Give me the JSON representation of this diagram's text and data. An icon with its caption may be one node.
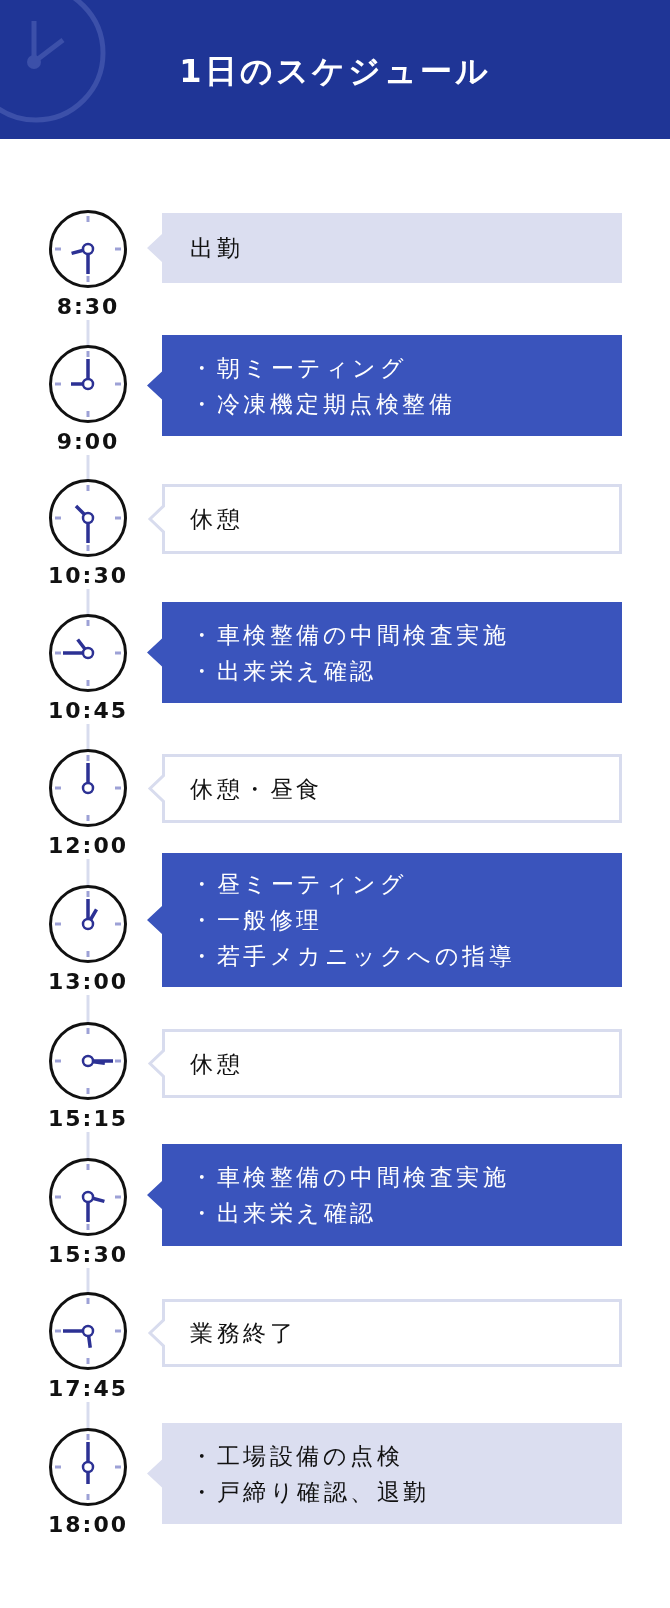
{
  "diagram": {
    "title": "1日のスケジュール",
    "nodes": [
      {
        "text": [],
        "shape": "picture",
        "beside": [
          "8:30"
        ]
      },
      {
        "text": [
          "出勤"
        ]
      },
      {
        "text": [],
        "shape": "picture",
        "beside": [
          "9:00"
        ]
      },
      {
        "text": [
          "・朝ミーティング",
          "・冷凍機定期点検整備"
        ]
      },
      {
        "text": [],
        "shape": "picture",
        "beside": [
          "10:30"
        ]
      },
      {
        "text": [
          "休憩"
        ]
      },
      {
        "text": [],
        "shape": "picture",
        "beside": [
          "10:45"
        ]
      },
      {
        "text": [
          "・車検整備の中間検査実施",
          "・出来栄え確認"
        ]
      },
      {
        "text": [],
        "shape": "picture",
        "beside": [
          "12:00"
        ]
      },
      {
        "text": [
          "休憩・昼食"
        ]
      },
      {
        "text": [],
        "shape": "picture",
        "beside": [
          "13:00"
        ]
      },
      {
        "text": [
          "・昼ミーティング",
          "・一般修理",
          "・若手メカニックへの指導"
        ]
      },
      {
        "text": [],
        "shape": "picture",
        "beside": [
          "15:15"
        ]
      },
      {
        "text": [
          "休憩"
        ]
      },
      {
        "text": [],
        "shape": "picture",
        "beside": [
          "15:30"
        ]
      },
      {
        "text": [
          "・車検整備の中間検査実施",
          "・出来栄え確認"
        ]
      },
      {
        "text": [],
        "shape": "picture",
        "beside": [
          "17:45"
        ]
      },
      {
        "text": [
          "業務終了"
        ]
      },
      {
        "text": [],
        "shape": "picture",
        "beside": [
          "18:00"
        ]
      },
      {
        "text": [
          "・工場設備の点検",
          "・戸締り確認、退勤"
        ]
      }
    ],
    "edges": [
      {
        "from": 0,
        "to": 2,
        "arrow": "none"
      },
      {
        "from": 2,
        "to": 4,
        "arrow": "none"
      },
      {
        "from": 4,
        "to": 6,
        "arrow": "none"
      },
      {
        "from": 6,
        "to": 8,
        "arrow": "none"
      },
      {
        "from": 8,
        "to": 10,
        "arrow": "none"
      },
      {
        "from": 10,
        "to": 12,
        "arrow": "none"
      },
      {
        "from": 12,
        "to": 14,
        "arrow": "none"
      },
      {
        "from": 14,
        "to": 16,
        "arrow": "none"
      },
      {
        "from": 16,
        "to": 18,
        "arrow": "none"
      }
    ]
  }
}
